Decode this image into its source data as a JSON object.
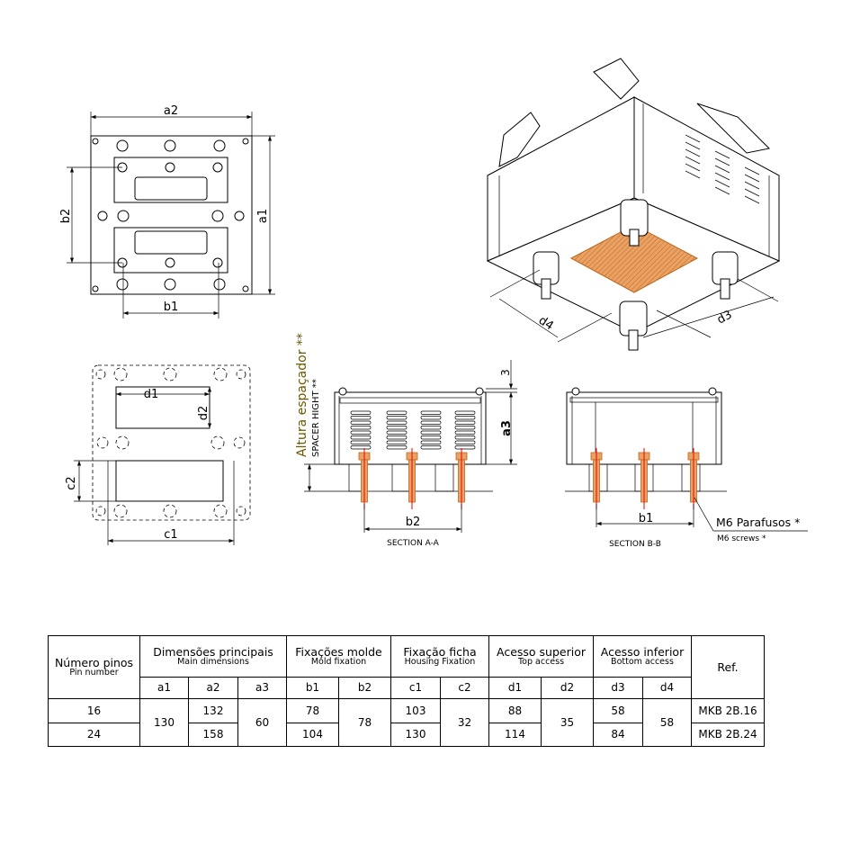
{
  "top_view": {
    "a1": "a1",
    "a2": "a2",
    "b1": "b1",
    "b2": "b2"
  },
  "bottom_view": {
    "c1": "c1",
    "c2": "c2",
    "d1": "d1",
    "d2": "d2"
  },
  "iso_view": {
    "d3": "d3",
    "d4": "d4"
  },
  "section_a": {
    "title": "SECTION A-A",
    "b2": "b2",
    "a3": "a3",
    "three": "3",
    "spacer_pt": "Altura espaçador **",
    "spacer_en": "SPACER HIGHT **"
  },
  "section_b": {
    "title": "SECTION B-B",
    "b1": "b1",
    "screws_pt": "M6 Parafusos *",
    "screws_en": "M6 screws *"
  },
  "colors": {
    "copper": "#e9a263",
    "centerline": "#ee0000"
  },
  "table": {
    "groups": [
      {
        "pt": "Número pinos",
        "en": "Pin number"
      },
      {
        "pt": "Dimensões principais",
        "en": "Main dimensions"
      },
      {
        "pt": "Fixações molde",
        "en": "Mold fixation"
      },
      {
        "pt": "Fixação ficha",
        "en": "Housing Fixation"
      },
      {
        "pt": "Acesso superior",
        "en": "Top access"
      },
      {
        "pt": "Acesso inferior",
        "en": "Bottom access"
      },
      {
        "pt": "Ref."
      }
    ],
    "columns": [
      "a1",
      "a2",
      "a3",
      "b1",
      "b2",
      "c1",
      "c2",
      "d1",
      "d2",
      "d3",
      "d4"
    ],
    "rows": [
      {
        "pins": "16",
        "a1": "130",
        "a2": "132",
        "a3": "60",
        "b1": "78",
        "b2": "78",
        "c1": "103",
        "c2": "32",
        "d1": "88",
        "d2": "35",
        "d3": "58",
        "d4": "58",
        "ref": "MKB 2B.16"
      },
      {
        "pins": "24",
        "a2": "158",
        "b1": "104",
        "c1": "130",
        "d1": "114",
        "d3": "84",
        "ref": "MKB 2B.24"
      }
    ]
  }
}
